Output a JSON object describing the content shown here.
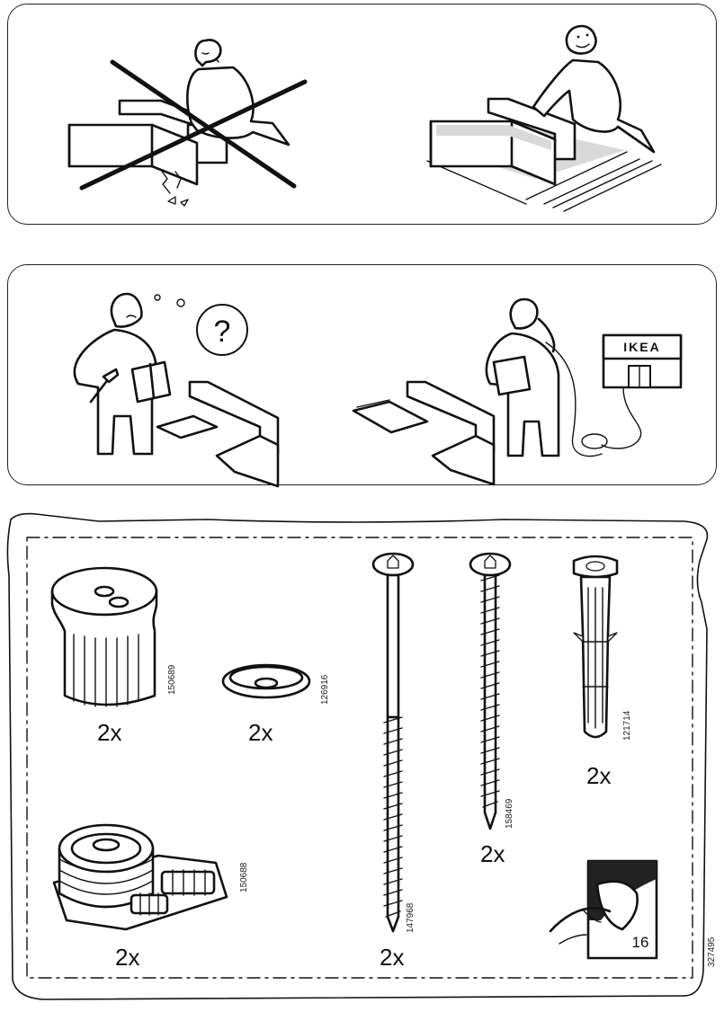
{
  "panel_2": {
    "question_mark": "?",
    "store_sign": "IKEA"
  },
  "hardware": [
    {
      "id": "knob",
      "code": "150689",
      "quantity": "2x"
    },
    {
      "id": "washer",
      "code": "126916",
      "quantity": "2x"
    },
    {
      "id": "long-screw",
      "code": "147968",
      "quantity": "2x"
    },
    {
      "id": "short-screw",
      "code": "158469",
      "quantity": "2x"
    },
    {
      "id": "wall-plug",
      "code": "121714",
      "quantity": "2x"
    },
    {
      "id": "wall-fitting",
      "code": "150688",
      "quantity": "2x"
    }
  ],
  "sticker_sheet": {
    "number": "16"
  },
  "document_code": "327495"
}
